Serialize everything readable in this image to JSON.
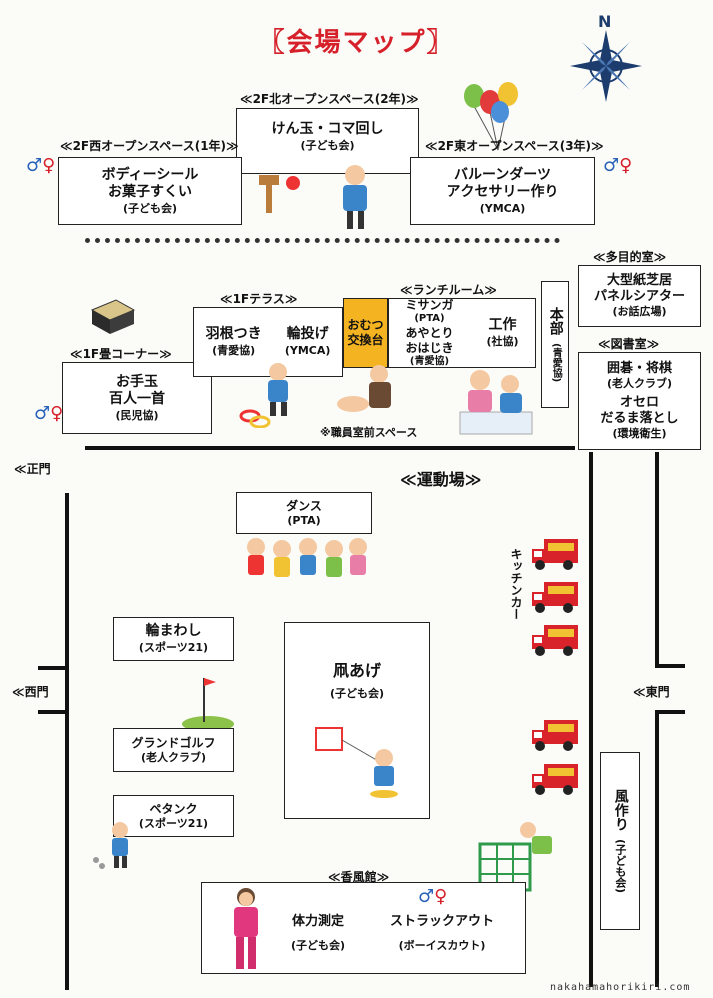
{
  "title": "〖会場マップ〗",
  "footer": "nakahamahorikiri.com",
  "compass": "N",
  "floor2": {
    "north": {
      "label": "≪2F北オープンスペース(2年)≫",
      "name": "けん玉・コマ回し",
      "org": "(子ども会)"
    },
    "west": {
      "label": "≪2F西オープンスペース(1年)≫",
      "name1": "ボディーシール",
      "name2": "お菓子すくい",
      "org": "(子ども会)"
    },
    "east": {
      "label": "≪2F東オープンスペース(3年)≫",
      "name1": "バルーンダーツ",
      "name2": "アクセサリー作り",
      "org": "(YMCA)"
    }
  },
  "floor1": {
    "tatami": {
      "label": "≪1F畳コーナー≫",
      "name1": "お手玉",
      "name2": "百人一首",
      "org": "(民児協)"
    },
    "terrace": {
      "label": "≪1Fテラス≫",
      "a_name": "羽根つき",
      "a_org": "(青愛協)",
      "b_name": "輪投げ",
      "b_org": "(YMCA)"
    },
    "omutsu": {
      "line1": "おむつ",
      "line2": "交換台"
    },
    "lunch": {
      "label": "≪ランチルーム≫",
      "a_name": "ミサンガ",
      "a_org": "(PTA)",
      "b_name1": "あやとり",
      "b_name2": "おはじき",
      "b_org": "(青愛協)",
      "c_name": "工作",
      "c_org": "(社協)"
    },
    "note": "※職員室前スペース",
    "honbu": {
      "name": "本部",
      "org": "(青愛協)"
    },
    "tamokuteki": {
      "label": "≪多目的室≫",
      "name1": "大型紙芝居",
      "name2": "パネルシアター",
      "org": "(お話広場)"
    },
    "library": {
      "label": "≪図書室≫",
      "a_name": "囲碁・将棋",
      "a_org": "(老人クラブ)",
      "b_name1": "オセロ",
      "b_name2": "だるま落とし",
      "b_org": "(環境衛生)"
    }
  },
  "ground": {
    "label": "≪運動場≫",
    "gates": {
      "main": "≪正門",
      "west": "≪西門",
      "east": "≪東門"
    },
    "dance": {
      "name": "ダンス",
      "org": "(PTA)"
    },
    "wamawashi": {
      "name": "輪まわし",
      "org": "(スポーツ21)"
    },
    "tako": {
      "name": "凧あげ",
      "org": "(子ども会)"
    },
    "golf": {
      "name": "グランドゴルフ",
      "org": "(老人クラブ)"
    },
    "petanque": {
      "name": "ペタンク",
      "org": "(スポーツ21)"
    },
    "kitchen": "キッチンカー",
    "kazaguruma": {
      "name": "風作り",
      "org": "(子ども会)"
    }
  },
  "kofukan": {
    "label": "≪香風館≫",
    "a_name": "体力測定",
    "a_org": "(子ども会)",
    "b_name": "ストラックアウト",
    "b_org": "(ボーイスカウト)"
  },
  "colors": {
    "title": "#d6202a",
    "omutsu": "#f4b321",
    "truck": "#d8232a",
    "male": "#2660b8",
    "female": "#d6202a"
  }
}
